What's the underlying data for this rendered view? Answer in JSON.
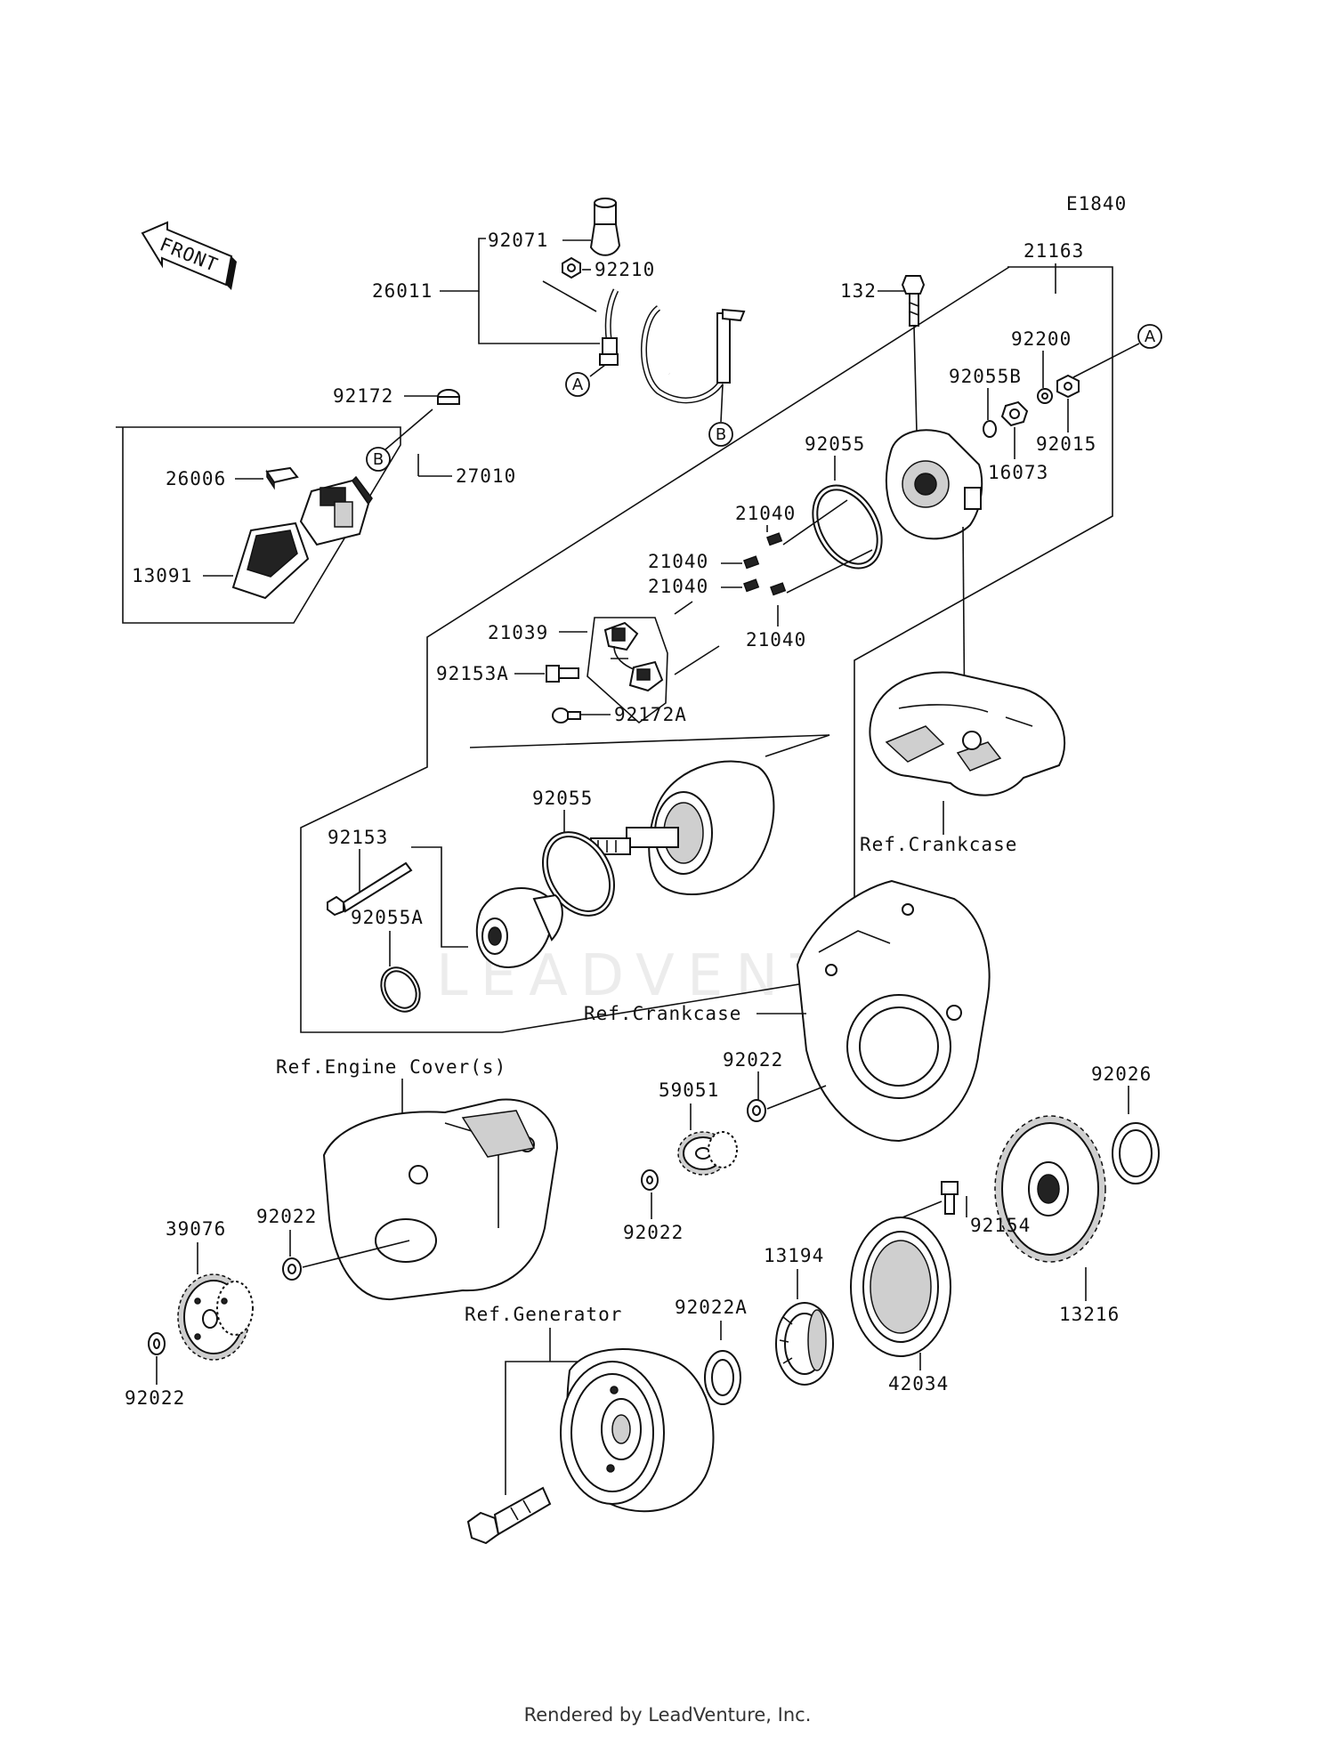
{
  "diagram": {
    "code": "E1840",
    "front_label": "FRONT",
    "watermark": "LEADVENTURE",
    "parts": {
      "p92071": "92071",
      "p92210": "92210",
      "p26011": "26011",
      "p21163": "21163",
      "p132": "132",
      "p92200": "92200",
      "p92055B": "92055B",
      "p92015": "92015",
      "p16073": "16073",
      "p92172": "92172",
      "p26006": "26006",
      "p27010": "27010",
      "p13091": "13091",
      "p92055_top": "92055",
      "p21040_a": "21040",
      "p21040_b": "21040",
      "p21040_c": "21040",
      "p21040_d": "21040",
      "p21039": "21039",
      "p92153A": "92153A",
      "p92172A": "92172A",
      "p92055_mid": "92055",
      "p92153": "92153",
      "p92055A": "92055A",
      "p92022_a": "92022",
      "p59051": "59051",
      "p92026": "92026",
      "p92022_b": "92022",
      "p92022_c": "92022",
      "p39076": "39076",
      "p92154": "92154",
      "p13194": "13194",
      "p13216": "13216",
      "p92022A": "92022A",
      "p42034": "42034",
      "p92022_d": "92022"
    },
    "refs": {
      "crankcase_upper": "Ref.Crankcase",
      "crankcase_lower": "Ref.Crankcase",
      "engine_cover": "Ref.Engine Cover(s)",
      "generator": "Ref.Generator"
    },
    "callouts": {
      "a_wire": "A",
      "a_cap": "A",
      "b_wire": "B",
      "b_relay": "B"
    }
  },
  "footer": "Rendered by LeadVenture, Inc."
}
